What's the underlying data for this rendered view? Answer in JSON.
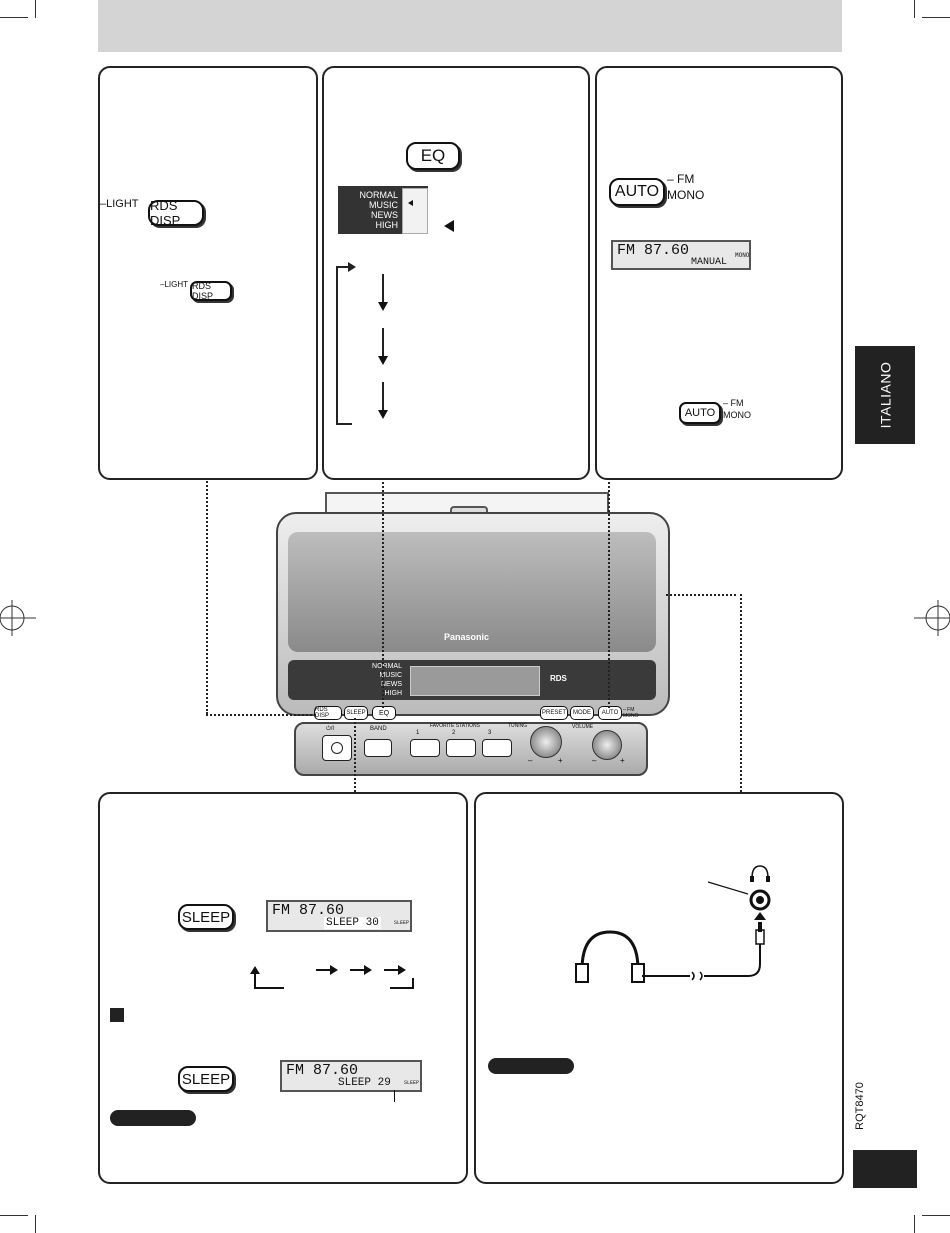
{
  "side_tab": {
    "label": "ITALIANO"
  },
  "doc_code": "RQT8470",
  "panel_light": {
    "light_label_large": "–LIGHT",
    "rds_disp_large": "RDS DISP",
    "light_label_small": "–LIGHT",
    "rds_disp_small": "RDS DISP"
  },
  "panel_eq": {
    "eq_button": "EQ",
    "modes": [
      "NORMAL",
      "MUSIC",
      "NEWS",
      "HIGH"
    ]
  },
  "panel_auto": {
    "auto_button": "AUTO",
    "fm_label": "– FM",
    "mono_label": "MONO",
    "lcd_line1": "FM  87.60",
    "lcd_line2": "MANUAL",
    "lcd_tag": "MONO",
    "auto_button_small": "AUTO",
    "fm_label_small": "– FM",
    "mono_label_small": "MONO"
  },
  "device": {
    "brand": "Panasonic",
    "rds": "RDS",
    "eq_modes": [
      "NORMAL",
      "MUSIC",
      "NEWS",
      "HIGH"
    ],
    "buttons": {
      "rds_disp": "RDS DISP",
      "sleep": "SLEEP",
      "eq": "EQ",
      "preset": "PRESET",
      "mode": "MODE",
      "auto": "AUTO",
      "fm_mono": "– FM MONO",
      "power": "⏻/I",
      "band": "BAND",
      "favorite": "FAVORITE STATIONS",
      "fav1": "1",
      "fav2": "2",
      "fav3": "3",
      "tuning": "TUNING",
      "volume": "VOLUME",
      "minus": "–",
      "plus": "+"
    }
  },
  "panel_sleep": {
    "sleep_button": "SLEEP",
    "lcd1_line1": "FM 87.60",
    "lcd1_line2": "SLEEP   30",
    "lcd1_tag": "SLEEP",
    "sleep_button2": "SLEEP",
    "lcd2_line1": "FM 87.60",
    "lcd2_line2": "SLEEP   29",
    "lcd2_tag": "SLEEP"
  }
}
